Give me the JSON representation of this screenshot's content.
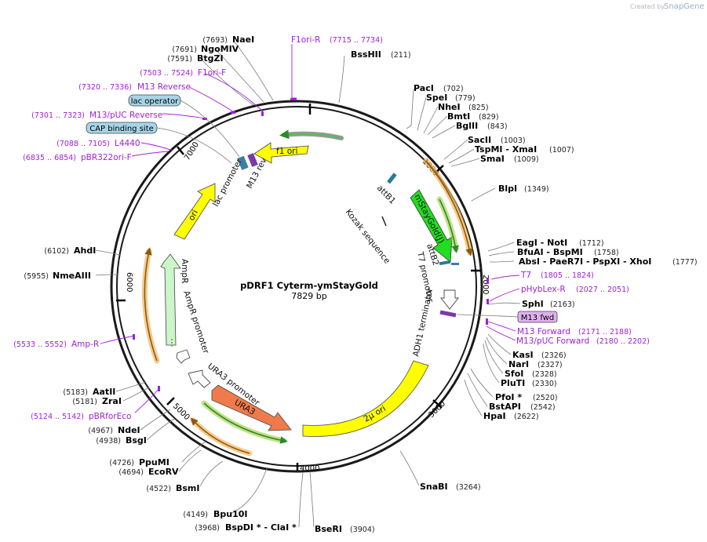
{
  "credit": {
    "created_by": "Created by",
    "brand": "SnapGene"
  },
  "plasmid": {
    "name": "pDRF1 Cyterm-ymStayGold",
    "length_label": "7829 bp"
  },
  "ticks": [
    "1000",
    "2000",
    "3000",
    "4000",
    "5000",
    "6000",
    "7000"
  ],
  "sites": [
    {
      "name": "NaeI",
      "pos": "(7693)"
    },
    {
      "name": "NgoMIV",
      "pos": "(7691)"
    },
    {
      "name": "BtgZI",
      "pos": "(7591)"
    },
    {
      "name": "BssHII",
      "pos": "(211)"
    },
    {
      "name": "PacI",
      "pos": "(702)"
    },
    {
      "name": "SpeI",
      "pos": "(779)"
    },
    {
      "name": "NheI",
      "pos": "(825)"
    },
    {
      "name": "BmtI",
      "pos": "(829)"
    },
    {
      "name": "BglII",
      "pos": "(843)"
    },
    {
      "name": "SacII",
      "pos": "(1003)"
    },
    {
      "name": "TspMI  -  XmaI",
      "pos": "(1007)"
    },
    {
      "name": "SmaI",
      "pos": "(1009)"
    },
    {
      "name": "BlpI",
      "pos": "(1349)"
    },
    {
      "name": "EagI  -  NotI",
      "pos": "(1712)"
    },
    {
      "name": "BfuAI  -  BspMI",
      "pos": "(1758)"
    },
    {
      "name": "AbsI  -  PaeR7I  -  PspXI  -  XhoI",
      "pos": "(1777)"
    },
    {
      "name": "SphI",
      "pos": "(2163)"
    },
    {
      "name": "KasI",
      "pos": "(2326)"
    },
    {
      "name": "NarI",
      "pos": "(2327)"
    },
    {
      "name": "SfoI",
      "pos": "(2328)"
    },
    {
      "name": "PluTI",
      "pos": "(2330)"
    },
    {
      "name": "PfoI *",
      "pos": "(2520)"
    },
    {
      "name": "BstAPI",
      "pos": "(2542)"
    },
    {
      "name": "HpaI",
      "pos": "(2622)"
    },
    {
      "name": "SnaBI",
      "pos": "(3264)"
    },
    {
      "name": "BseRI",
      "pos": "(3904)"
    },
    {
      "name": "BspDI *  -  ClaI *",
      "pos": "(3968)"
    },
    {
      "name": "Bpu10I",
      "pos": "(4149)"
    },
    {
      "name": "BsmI",
      "pos": "(4522)"
    },
    {
      "name": "EcoRV",
      "pos": "(4694)"
    },
    {
      "name": "PpuMI",
      "pos": "(4726)"
    },
    {
      "name": "BsgI",
      "pos": "(4938)"
    },
    {
      "name": "NdeI",
      "pos": "(4967)"
    },
    {
      "name": "ZraI",
      "pos": "(5181)"
    },
    {
      "name": "AatII",
      "pos": "(5183)"
    },
    {
      "name": "NmeAIII",
      "pos": "(5955)"
    },
    {
      "name": "AhdI",
      "pos": "(6102)"
    }
  ],
  "primers": [
    {
      "name": "F1ori-R",
      "pos": "(7715 .. 7734)"
    },
    {
      "name": "F1ori-F",
      "pos": "(7503 .. 7524)"
    },
    {
      "name": "M13 Reverse",
      "pos": "(7320 .. 7336)"
    },
    {
      "name": "M13/pUC Reverse",
      "pos": "(7301 .. 7323)"
    },
    {
      "name": "L4440",
      "pos": "(7088 .. 7105)"
    },
    {
      "name": "pBR322ori-F",
      "pos": "(6835 .. 6854)"
    },
    {
      "name": "T7",
      "pos": "(1805 .. 1824)"
    },
    {
      "name": "pHybLex-R",
      "pos": "(2027 .. 2051)"
    },
    {
      "name": "M13 Forward",
      "pos": "(2171 .. 2188)"
    },
    {
      "name": "M13/pUC Forward",
      "pos": "(2180 .. 2202)"
    },
    {
      "name": "Amp-R",
      "pos": "(5533 .. 5552)"
    },
    {
      "name": "pBRforEco",
      "pos": "(5124 .. 5142)"
    }
  ],
  "boxed_features": {
    "lac_operator": "lac operator",
    "cap_site": "CAP binding site",
    "m13_fwd": "M13 fwd"
  },
  "features": {
    "f1_ori": "f1 ori",
    "ori": "ori",
    "lac_promoter": "lac promoter",
    "m13_rev": "M13 rev",
    "attb1": "attB1",
    "kozak": "Kozak sequence",
    "mstaygold": "mStayGold(J)",
    "attb2": "attB2",
    "t7_promoter": "T7 promoter",
    "adh1_terminator": "ADH1 terminator",
    "two_micron_ori": "2μ ori",
    "ura3": "URA3",
    "ura3_promoter": "URA3 promoter",
    "ampr": "AmpR",
    "ampr_promoter": "AmpR promoter"
  },
  "colors": {
    "backbone": "#1a1a1a",
    "origin_yellow": "#ffff00",
    "ura3_orange": "#f07a4a",
    "mstaygold_green": "#22dd22",
    "ampr_pale_green": "#ccf5c8",
    "primer_purple": "#a020d8",
    "lac_box": "#a8d4e8",
    "m13_fwd_box": "#e0b0f0",
    "orf_orange": "#f5b55a",
    "orf_green": "#3cb371"
  }
}
